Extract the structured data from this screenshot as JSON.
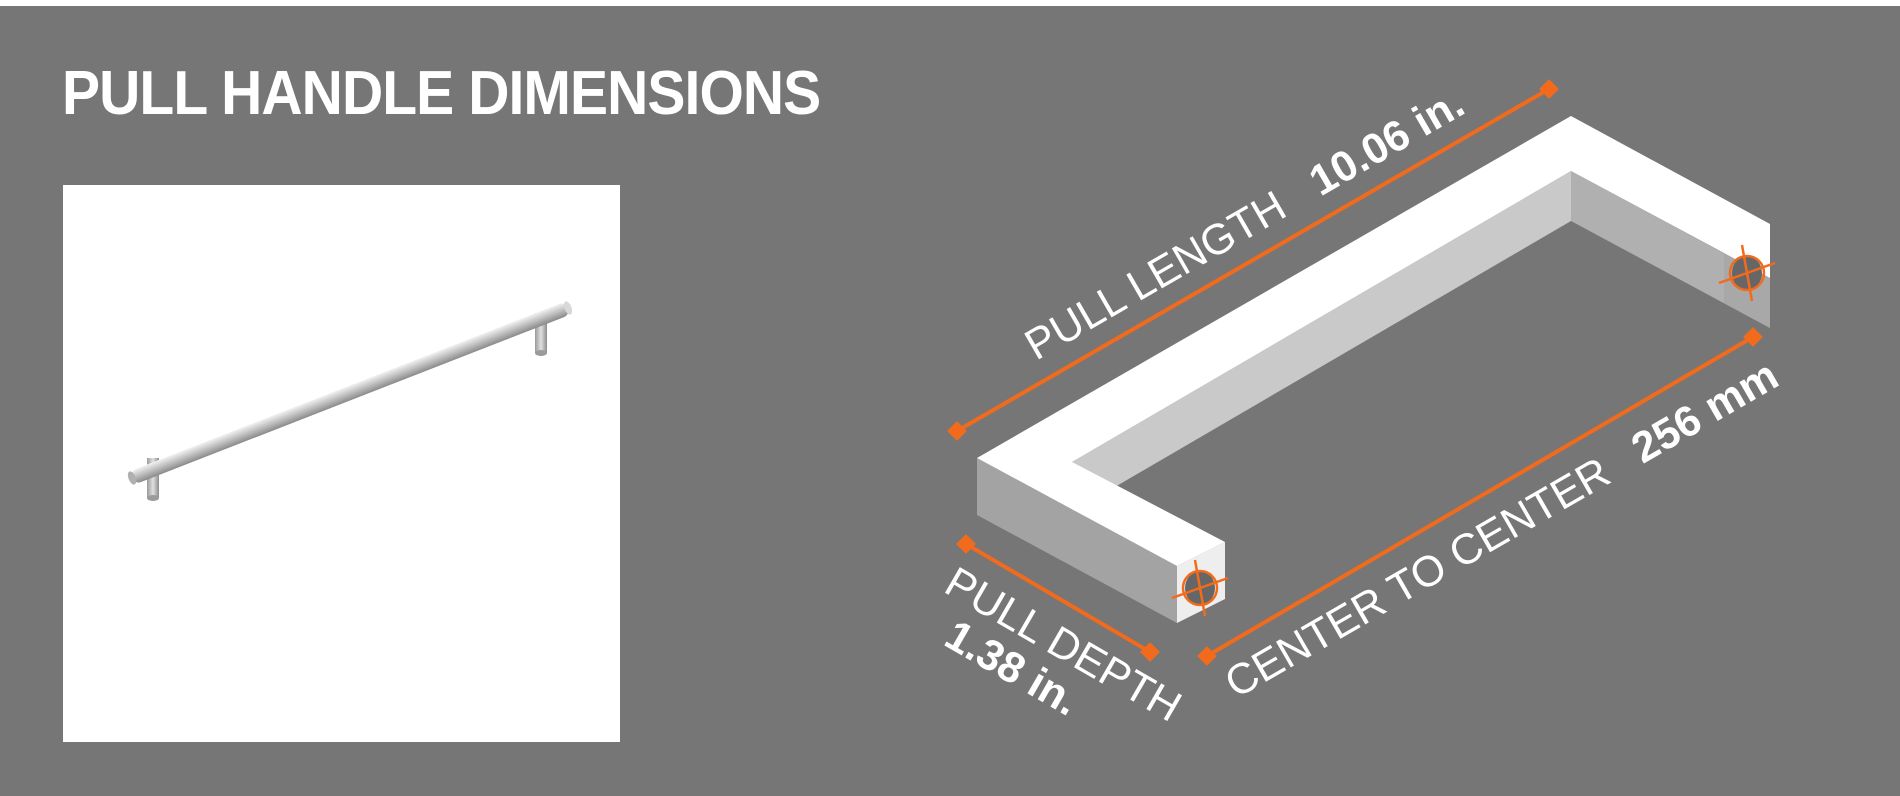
{
  "title": "PULL HANDLE DIMENSIONS",
  "product": {
    "image_alt": "stainless steel bar pull handle"
  },
  "dimensions": {
    "length": {
      "label": "PULL LENGTH",
      "value": "10.06 in."
    },
    "center_to_center": {
      "label": "CENTER TO CENTER",
      "value": "256 mm"
    },
    "depth": {
      "label": "PULL DEPTH",
      "value": "1.38 in."
    }
  },
  "colors": {
    "background": "#767676",
    "accent": "#f26b1d",
    "text": "#ffffff",
    "handle_top": "#ffffff",
    "handle_side": "#c9c9c9",
    "handle_front": "#a3a3a3"
  },
  "icons": [
    "crosshair-icon",
    "dimension-endpoint-marker"
  ]
}
